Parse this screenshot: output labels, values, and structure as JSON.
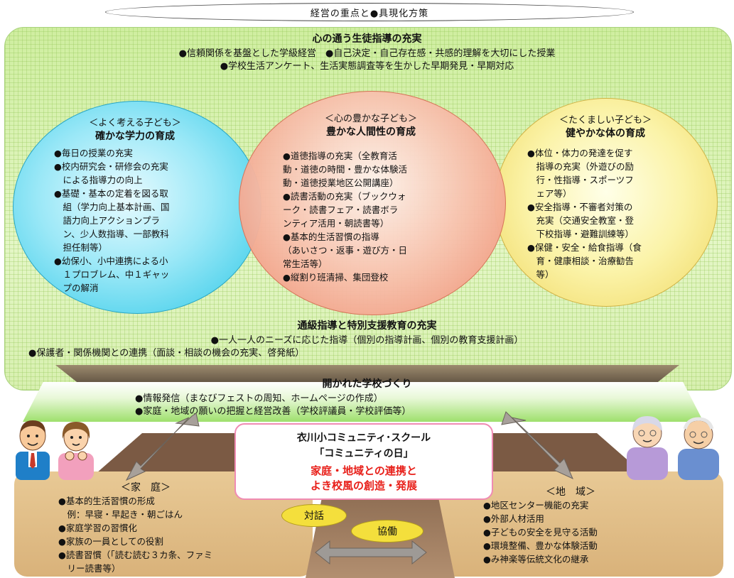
{
  "title": "経営の重点と●具現化方策",
  "top_section": {
    "heading": "心の通う生徒指導の充実",
    "lines": [
      "●信頼関係を基盤とした学級経営　●自己決定・自己存在感・共感的理解を大切にした授業",
      "●学校生活アンケート、生活実態調査等を生かした早期発見・早期対応"
    ]
  },
  "circles": {
    "left": {
      "subtitle": "＜よく考える子ども＞",
      "title": "確かな学力の育成",
      "items": [
        "●毎日の授業の充実",
        "●校内研究会・研修会の充実",
        "　による指導力の向上",
        "●基礎・基本の定着を図る取",
        "　組（学力向上基本計画、国",
        "　語力向上アクションプラ",
        "　ン、少人数指導、一部教科",
        "　担任制等）",
        "●幼保小、小中連携による小",
        "　１プロブレム、中１ギャッ",
        "　プの解消"
      ]
    },
    "middle": {
      "subtitle": "＜心の豊かな子ども＞",
      "title": "豊かな人間性の育成",
      "items": [
        "●道徳指導の充実（全教育活",
        "動・道徳の時間・豊かな体験活",
        "動・道徳授業地区公開講座）",
        "●読書活動の充実（ブックウォ",
        "ーク・読書フェア・読書ボラ",
        "ンティア活用・朝読書等）",
        "●基本的生活習慣の指導",
        "（あいさつ・返事・遊び方・日",
        "常生活等）",
        "●縦割り班清掃、集団登校"
      ]
    },
    "right": {
      "subtitle": "＜たくましい子ども＞",
      "title": "健やかな体の育成",
      "items": [
        "●体位・体力の発達を促す",
        "　指導の充実（外遊びの励",
        "　行・性指導・スポーツフ",
        "　ェア等）",
        "●安全指導・不審者対策の",
        "　充実（交通安全教室・登",
        "　下校指導・避難訓練等）",
        "●保健・安全・給食指導（食",
        "　育・健康相談・治療勧告",
        "　等）"
      ]
    }
  },
  "special_section": {
    "heading": "通級指導と特別支援教育の充実",
    "lines": [
      "●一人一人のニーズに応じた指導（個別の指導計画、個別の教育支援計画）",
      "●保護者・関係機関との連携（面談・相談の機会の充実、啓発紙）"
    ]
  },
  "open_school": {
    "heading": "開かれた学校づくり",
    "lines": [
      "●情報発信（まなびフェストの周知、ホームページの作成）",
      "●家庭・地域の願いの把握と経営改善（学校評議員・学校評価等）"
    ]
  },
  "community_school": {
    "line1": "衣川小コミュニティ･スクール",
    "line2": "「コミュニティの日」",
    "line3": "家庭・地域との連携と",
    "line4": "よき校風の創造・発展",
    "accent_color": "#e8201a"
  },
  "home": {
    "heading": "＜家　庭＞",
    "items": [
      "●基本的生活習慣の形成",
      "　例：早寝・早起き・朝ごはん",
      "●家庭学習の習慣化",
      "●家族の一員としての役割",
      "●読書習慣（「読む読む３カ条、ファミ",
      "　リー読書等）"
    ]
  },
  "area": {
    "heading": "＜地　域＞",
    "items": [
      "●地区センター機能の充実",
      "●外部人材活用",
      "●子どもの安全を見守る活動",
      "●環境整備、豊かな体験活動",
      "●み神楽等伝統文化の継承"
    ]
  },
  "ovals": {
    "dialogue": "対話",
    "cooperation": "協働"
  },
  "colors": {
    "green_block": "#dcf3b4",
    "circle_left": "#29c7e6",
    "circle_middle": "#ef8c70",
    "circle_right": "#efd760",
    "ground": "#d9b27a",
    "oval": "#f4df3c"
  }
}
